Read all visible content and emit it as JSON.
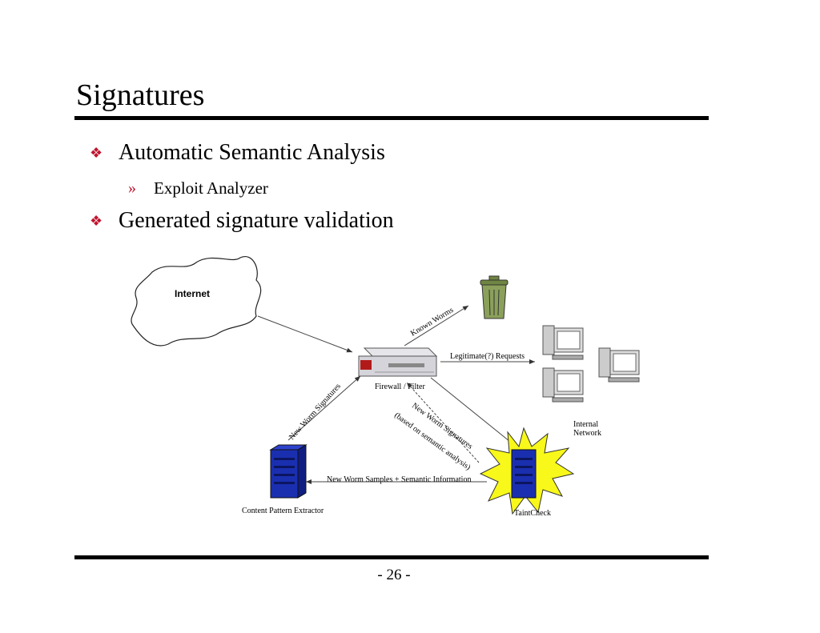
{
  "slide": {
    "title": "Signatures",
    "bullets": [
      {
        "text": "Automatic Semantic Analysis",
        "subitems": [
          "Exploit Analyzer"
        ]
      },
      {
        "text": "Generated signature validation"
      }
    ],
    "page_number": "- 26 -"
  },
  "diagram": {
    "internet_label": "Internet",
    "firewall_label": "Firewall / Filter",
    "known_worms_label": "Known Worms",
    "legit_requests_label": "Legitimate(?) Requests",
    "internal_network_label_1": "Internal",
    "internal_network_label_2": "Network",
    "new_worm_signatures_label": "New Worm Signatures",
    "semantic_signatures_label_1": "New Worm Signatures",
    "semantic_signatures_label_2": "(based on semantic analysis)",
    "samples_label": "New Worm Samples + Semantic Information",
    "extractor_label": "Content Pattern Extractor",
    "taintcheck_label": "TaintCheck"
  },
  "colors": {
    "bullet_accent": "#c0152f",
    "server_blue": "#1a2fb0",
    "trash_green": "#8ba05a",
    "burst_yellow": "#f8f81a"
  }
}
